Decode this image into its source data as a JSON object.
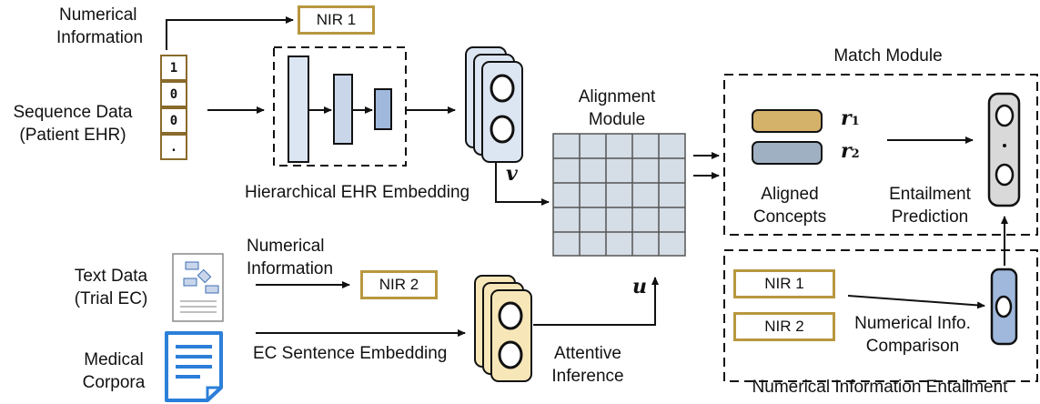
{
  "input_ehr": {
    "numerical_info": "Numerical\nInformation",
    "sequence_label_line1": "Sequence Data",
    "sequence_label_line2": "(Patient EHR)",
    "sequence_values": [
      "1",
      "0",
      "0",
      "."
    ]
  },
  "nir1_top": "NIR 1",
  "hierarchical_embedding": "Hierarchical EHR Embedding",
  "vector_v": "v",
  "alignment_module_line1": "Alignment",
  "alignment_module_line2": "Module",
  "vector_u": "u",
  "match_module": {
    "title": "Match Module",
    "r1": "r",
    "r1_sub": "1",
    "r2": "r",
    "r2_sub": "2",
    "aligned_line1": "Aligned",
    "aligned_line2": "Concepts",
    "entail_line1": "Entailment",
    "entail_line2": "Prediction"
  },
  "text_input": {
    "numerical_line1": "Numerical",
    "numerical_line2": "Information",
    "text_data_line1": "Text Data",
    "text_data_line2": "(Trial EC)",
    "medical_line1": "Medical",
    "medical_line2": "Corpora",
    "nir2": "NIR 2",
    "ec_embedding": "EC Sentence Embedding",
    "attentive_line1": "Attentive",
    "attentive_line2": "Inference"
  },
  "numerical_entailment": {
    "nir1": "NIR 1",
    "nir2": "NIR 2",
    "compare_line1": "Numerical Info.",
    "compare_line2": "Comparison",
    "title": "Numerical Information Entailment"
  },
  "colors": {
    "gold": "#b8973f",
    "gold_fill": "#d4b26a",
    "blue_fill": "#c9d6ea",
    "blue_dark": "#9fb8dc",
    "gray_fill": "#9fb0c2",
    "grid_fill": "#d5dde6",
    "cream_fill": "#f7e6b8"
  }
}
